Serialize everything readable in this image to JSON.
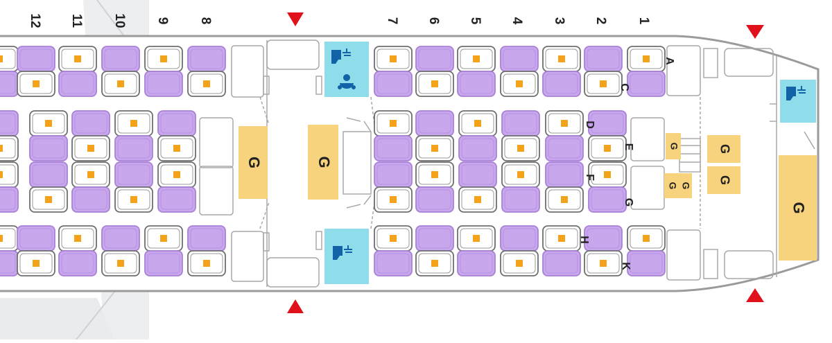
{
  "title": "",
  "row_numbers": [
    "12",
    "11",
    "10",
    "9",
    "8",
    "7",
    "6",
    "5",
    "4",
    "3",
    "2",
    "1"
  ],
  "seat_letters": [
    "A",
    "C",
    "D",
    "E",
    "F",
    "G",
    "H",
    "K"
  ],
  "galley_label": "G",
  "amenities": {
    "lavatory_icon": "lavatory-icon",
    "baby_change_icon": "baby-change-icon",
    "exit_marker_icon": "exit-arrow-icon"
  },
  "colors": {
    "seat_purple": "#c9a7ec",
    "seat_white": "#ffffff",
    "seat_dot": "#f4a21a",
    "galley": "#f7d37e",
    "lavatory": "#8fdceb",
    "exit_red": "#e0111b",
    "outline": "#8a8a8a",
    "wing": "#eceef0"
  }
}
